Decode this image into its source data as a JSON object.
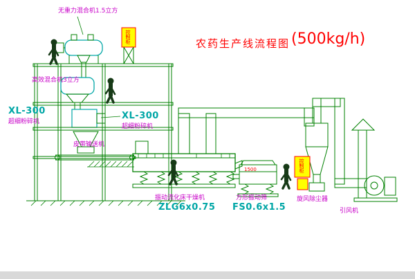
{
  "diagram": {
    "title": "农药生产线流程图",
    "capacity": "(500kg/h)",
    "labels": {
      "mixer_top": "无重力混合机1.5立方",
      "mixer_mid": "高效混合机3立方",
      "pulverizer_left_model": "XL-300",
      "pulverizer_left_name": "超细粉碎机",
      "pulverizer_center_model": "XL-300",
      "pulverizer_center_name": "超细粉碎机",
      "belt_conveyor": "皮带输送机",
      "dryer_name": "振动流化床干燥机",
      "dryer_model": "ZLG6x0.75",
      "screen_name": "方形振动筛",
      "screen_model": "FS0.6x1.5",
      "screen_dimension": "1500",
      "cyclone": "旋风除尘器",
      "fan": "引风机",
      "cabinet": "控制柜"
    },
    "colors": {
      "line_green": "#008000",
      "equipment_cyan": "#00a6a6",
      "label_magenta": "#c800c8",
      "title_red": "#ff0000",
      "cabinet_yellow": "#ffff00",
      "cabinet_border": "#ff0000"
    }
  }
}
